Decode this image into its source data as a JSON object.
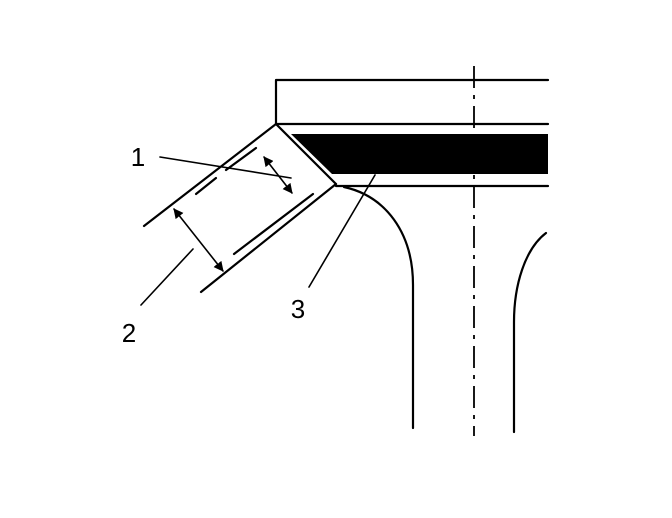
{
  "callouts": {
    "one": "1",
    "two": "2",
    "three": "3"
  },
  "colors": {
    "line": "#000000",
    "background": "#ffffff",
    "band": "#000000"
  }
}
